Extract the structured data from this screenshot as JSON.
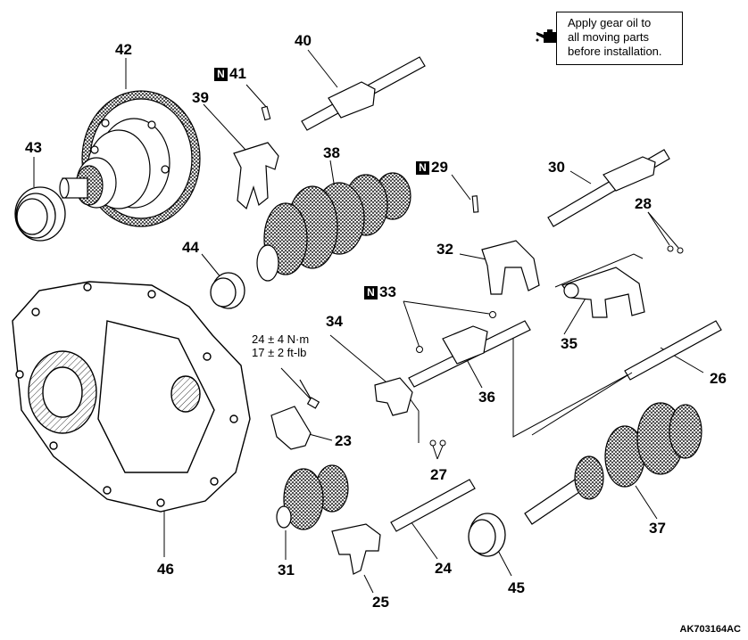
{
  "note": {
    "lines": [
      "Apply gear oil to",
      "all moving parts",
      "before installation."
    ],
    "icon": "oil-can-icon"
  },
  "torque_spec": {
    "metric": "24 ± 4 N·m",
    "imperial": "17 ± 2 ft-lb"
  },
  "new_part_marker": "N",
  "callouts": {
    "c23": "23",
    "c24": "24",
    "c25": "25",
    "c26": "26",
    "c27": "27",
    "c28": "28",
    "c29": "29",
    "c30": "30",
    "c31": "31",
    "c32": "32",
    "c33": "33",
    "c34": "34",
    "c35": "35",
    "c36": "36",
    "c37": "37",
    "c38": "38",
    "c39": "39",
    "c40": "40",
    "c41": "41",
    "c42": "42",
    "c43": "43",
    "c44": "44",
    "c45": "45",
    "c46": "46"
  },
  "figure_id": "AK703164AC"
}
